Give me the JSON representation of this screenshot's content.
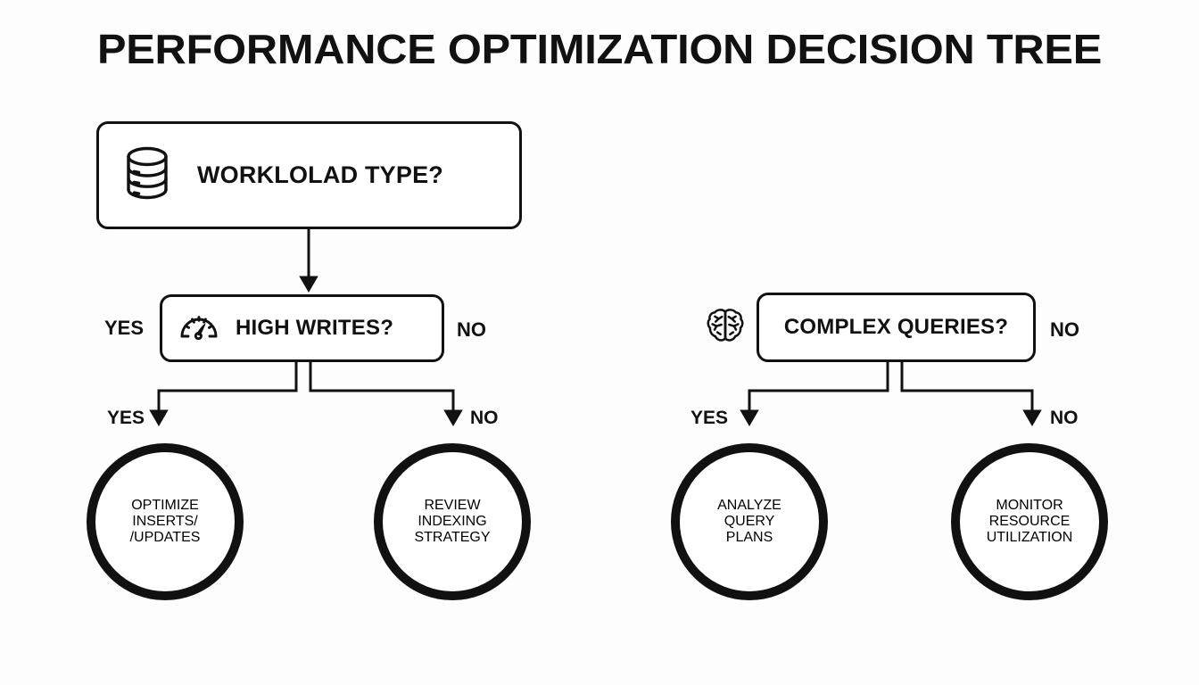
{
  "diagram": {
    "title": "PERFORMANCE OPTIMIZATION DECISION TREE",
    "background_color": "#fdfdfe",
    "stroke_color": "#111111",
    "type": "decision-tree",
    "nodes": {
      "root": {
        "label": "WORKLOLAD TYPE?",
        "icon": "database-icon",
        "shape": "rounded-rect"
      },
      "high_writes": {
        "label": "HIGH WRITES?",
        "icon": "gauge-icon",
        "shape": "rounded-rect",
        "left_label": "YES",
        "right_label": "NO"
      },
      "complex_queries": {
        "label": "COMPLEX QUERIES?",
        "icon": "brain-icon",
        "shape": "rounded-rect",
        "right_label": "NO"
      }
    },
    "branch_labels": {
      "writes_yes": "YES",
      "writes_no": "NO",
      "queries_yes": "YES",
      "queries_no": "NO"
    },
    "leaves": [
      {
        "id": "optimize-inserts-updates",
        "lines": [
          "OPTIMIZE",
          "INSERTS/",
          "/UPDATES"
        ]
      },
      {
        "id": "review-indexing-strategy",
        "lines": [
          "REVIEW",
          "INDEXING",
          "STRATEGY"
        ]
      },
      {
        "id": "analyze-query-plans",
        "lines": [
          "ANALYZE",
          "QUERY",
          "PLANS"
        ]
      },
      {
        "id": "monitor-resource-utilization",
        "lines": [
          "MONITOR",
          "RESOURCE",
          "UTILIZATION"
        ]
      }
    ]
  }
}
